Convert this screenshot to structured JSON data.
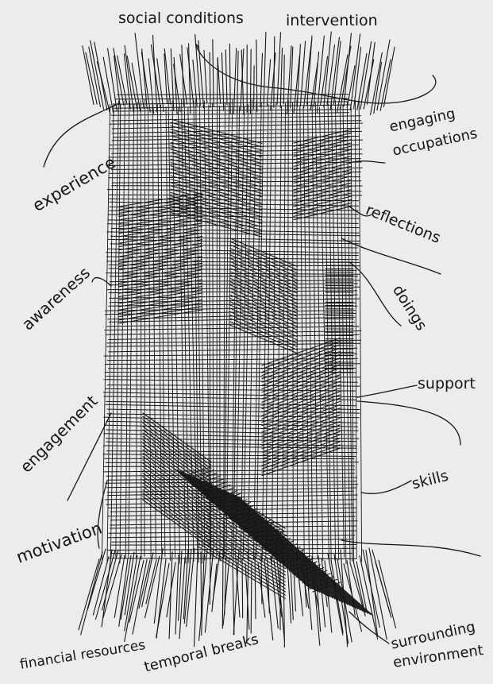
{
  "labels": {
    "social_conditions": "social conditions",
    "intervention": "intervention",
    "engaging": "engaging",
    "occupations": "occupations",
    "experience": "experience",
    "reflections": "reflections",
    "doings": "doings",
    "awareness": "awareness",
    "support": "support",
    "engagement": "engagement",
    "skills": "skills",
    "motivation": "motivation",
    "financial_resources": "financial resources",
    "temporal_breaks": "temporal breaks",
    "surrounding": "surrounding",
    "environment": "environment"
  },
  "colors": {
    "ink": "#161616",
    "paper": "#ececec"
  }
}
